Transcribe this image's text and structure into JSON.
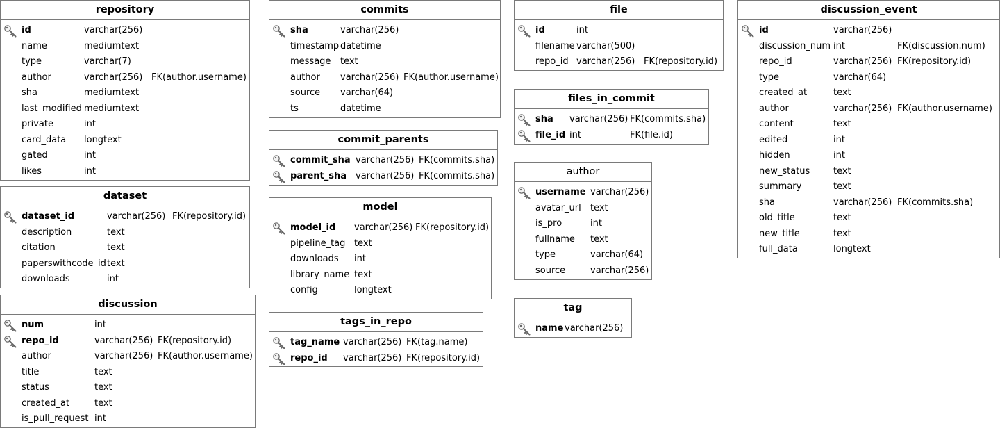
{
  "tables": [
    {
      "name": "repository",
      "name_bold": true,
      "cols_x": [
        30,
        120,
        217
      ],
      "columns": [
        {
          "name": "id",
          "type": "varchar(256)",
          "ref": "",
          "pk": true
        },
        {
          "name": "name",
          "type": "mediumtext",
          "ref": "",
          "pk": false
        },
        {
          "name": "type",
          "type": "varchar(7)",
          "ref": "",
          "pk": false
        },
        {
          "name": "author",
          "type": "varchar(256)",
          "ref": "FK(author.username)",
          "pk": false
        },
        {
          "name": "sha",
          "type": "mediumtext",
          "ref": "",
          "pk": false
        },
        {
          "name": "last_modified",
          "type": "mediumtext",
          "ref": "",
          "pk": false
        },
        {
          "name": "private",
          "type": "int",
          "ref": "",
          "pk": false
        },
        {
          "name": "card_data",
          "type": "longtext",
          "ref": "",
          "pk": false
        },
        {
          "name": "gated",
          "type": "int",
          "ref": "",
          "pk": false
        },
        {
          "name": "likes",
          "type": "int",
          "ref": "",
          "pk": false
        }
      ]
    },
    {
      "name": "dataset",
      "name_bold": true,
      "columns": [
        {
          "name": "dataset_id",
          "type": "varchar(256)",
          "ref": "FK(repository.id)",
          "pk": true
        },
        {
          "name": "description",
          "type": "text",
          "ref": "",
          "pk": false
        },
        {
          "name": "citation",
          "type": "text",
          "ref": "",
          "pk": false
        },
        {
          "name": "paperswithcode_id",
          "type": "text",
          "ref": "",
          "pk": false
        },
        {
          "name": "downloads",
          "type": "int",
          "ref": "",
          "pk": false
        }
      ]
    },
    {
      "name": "discussion",
      "name_bold": true,
      "columns": [
        {
          "name": "num",
          "type": "int",
          "ref": "",
          "pk": true
        },
        {
          "name": "repo_id",
          "type": "varchar(256)",
          "ref": "FK(repository.id)",
          "pk": true
        },
        {
          "name": "author",
          "type": "varchar(256)",
          "ref": "FK(author.username)",
          "pk": false
        },
        {
          "name": "title",
          "type": "text",
          "ref": "",
          "pk": false
        },
        {
          "name": "status",
          "type": "text",
          "ref": "",
          "pk": false
        },
        {
          "name": "created_at",
          "type": "text",
          "ref": "",
          "pk": false
        },
        {
          "name": "is_pull_request",
          "type": "int",
          "ref": "",
          "pk": false
        }
      ]
    },
    {
      "name": "commits",
      "name_bold": true,
      "columns": [
        {
          "name": "sha",
          "type": "varchar(256)",
          "ref": "",
          "pk": true
        },
        {
          "name": "timestamp",
          "type": "datetime",
          "ref": "",
          "pk": false
        },
        {
          "name": "message",
          "type": "text",
          "ref": "",
          "pk": false
        },
        {
          "name": "author",
          "type": "varchar(256)",
          "ref": "FK(author.username)",
          "pk": false
        },
        {
          "name": "source",
          "type": "varchar(64)",
          "ref": "",
          "pk": false
        },
        {
          "name": "ts",
          "type": "datetime",
          "ref": "",
          "pk": false
        }
      ]
    },
    {
      "name": "commit_parents",
      "name_bold": true,
      "columns": [
        {
          "name": "commit_sha",
          "type": "varchar(256)",
          "ref": "FK(commits.sha)",
          "pk": true
        },
        {
          "name": "parent_sha",
          "type": "varchar(256)",
          "ref": "FK(commits.sha)",
          "pk": true
        }
      ]
    },
    {
      "name": "model",
      "name_bold": true,
      "columns": [
        {
          "name": "model_id",
          "type": "varchar(256)",
          "ref": "FK(repository.id)",
          "pk": true
        },
        {
          "name": "pipeline_tag",
          "type": "text",
          "ref": "",
          "pk": false
        },
        {
          "name": "downloads",
          "type": "int",
          "ref": "",
          "pk": false
        },
        {
          "name": "library_name",
          "type": "text",
          "ref": "",
          "pk": false
        },
        {
          "name": "config",
          "type": "longtext",
          "ref": "",
          "pk": false
        }
      ]
    },
    {
      "name": "tags_in_repo",
      "name_bold": true,
      "columns": [
        {
          "name": "tag_name",
          "type": "varchar(256)",
          "ref": "FK(tag.name)",
          "pk": true
        },
        {
          "name": "repo_id",
          "type": "varchar(256)",
          "ref": "FK(repository.id)",
          "pk": true
        }
      ]
    },
    {
      "name": "file",
      "name_bold": true,
      "columns": [
        {
          "name": "id",
          "type": "int",
          "ref": "",
          "pk": true
        },
        {
          "name": "filename",
          "type": "varchar(500)",
          "ref": "",
          "pk": false
        },
        {
          "name": "repo_id",
          "type": "varchar(256)",
          "ref": "FK(repository.id)",
          "pk": false
        }
      ]
    },
    {
      "name": "files_in_commit",
      "name_bold": true,
      "columns": [
        {
          "name": "sha",
          "type": "varchar(256)",
          "ref": "FK(commits.sha)",
          "pk": true
        },
        {
          "name": "file_id",
          "type": "int",
          "ref": "FK(file.id)",
          "pk": true
        }
      ]
    },
    {
      "name": "author",
      "name_bold": false,
      "columns": [
        {
          "name": "username",
          "type": "varchar(256)",
          "ref": "",
          "pk": true
        },
        {
          "name": "avatar_url",
          "type": "text",
          "ref": "",
          "pk": false
        },
        {
          "name": "is_pro",
          "type": "int",
          "ref": "",
          "pk": false
        },
        {
          "name": "fullname",
          "type": "text",
          "ref": "",
          "pk": false
        },
        {
          "name": "type",
          "type": "varchar(64)",
          "ref": "",
          "pk": false
        },
        {
          "name": "source",
          "type": "varchar(256)",
          "ref": "",
          "pk": false
        }
      ]
    },
    {
      "name": "tag",
      "name_bold": true,
      "columns": [
        {
          "name": "name",
          "type": "varchar(256)",
          "ref": "",
          "pk": true
        }
      ]
    },
    {
      "name": "discussion_event",
      "name_bold": true,
      "columns": [
        {
          "name": "id",
          "type": "varchar(256)",
          "ref": "",
          "pk": true
        },
        {
          "name": "discussion_num",
          "type": "int",
          "ref": "FK(discussion.num)",
          "pk": false
        },
        {
          "name": "repo_id",
          "type": "varchar(256)",
          "ref": "FK(repository.id)",
          "pk": false
        },
        {
          "name": "type",
          "type": "varchar(64)",
          "ref": "",
          "pk": false
        },
        {
          "name": "created_at",
          "type": "text",
          "ref": "",
          "pk": false
        },
        {
          "name": "author",
          "type": "varchar(256)",
          "ref": "FK(author.username)",
          "pk": false
        },
        {
          "name": "content",
          "type": "text",
          "ref": "",
          "pk": false
        },
        {
          "name": "edited",
          "type": "int",
          "ref": "",
          "pk": false
        },
        {
          "name": "hidden",
          "type": "int",
          "ref": "",
          "pk": false
        },
        {
          "name": "new_status",
          "type": "text",
          "ref": "",
          "pk": false
        },
        {
          "name": "summary",
          "type": "text",
          "ref": "",
          "pk": false
        },
        {
          "name": "sha",
          "type": "varchar(256)",
          "ref": "FK(commits.sha)",
          "pk": false
        },
        {
          "name": "old_title",
          "type": "text",
          "ref": "",
          "pk": false
        },
        {
          "name": "new_title",
          "type": "text",
          "ref": "",
          "pk": false
        },
        {
          "name": "full_data",
          "type": "longtext",
          "ref": "",
          "pk": false
        }
      ]
    }
  ]
}
